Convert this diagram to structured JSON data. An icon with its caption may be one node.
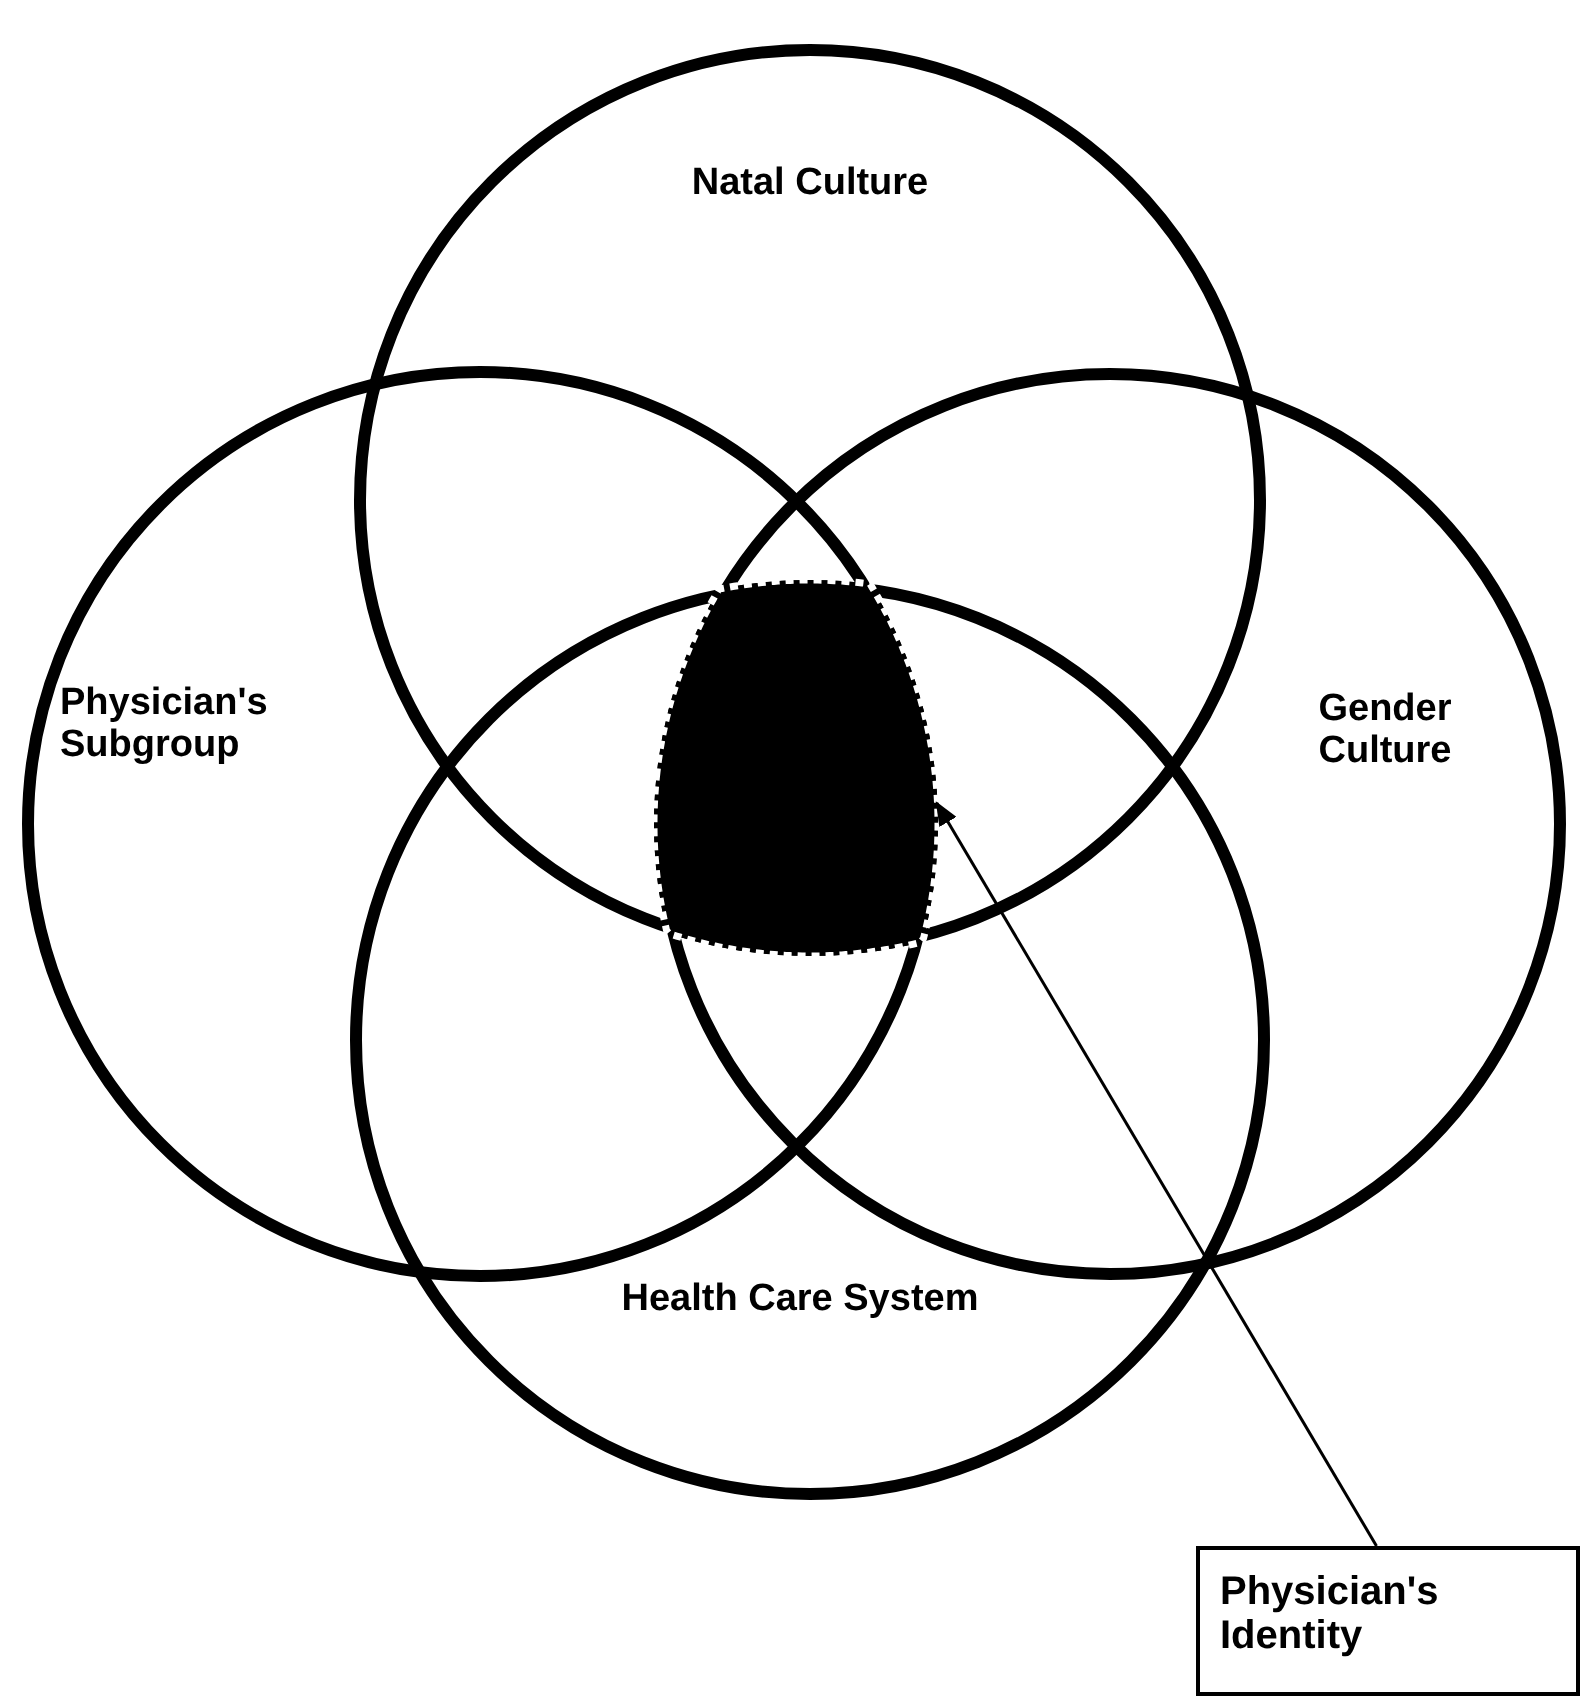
{
  "diagram": {
    "nodes": [
      {
        "text": [
          "Natal Culture"
        ]
      },
      {
        "text": [
          "Physician's Subgroup"
        ]
      },
      {
        "text": [
          "Gender Culture"
        ]
      },
      {
        "text": [
          "Health Care System"
        ]
      },
      {
        "text": [],
        "shape": "region"
      },
      {
        "text": [
          "Physician's Identity"
        ]
      }
    ],
    "edges": [
      {
        "from": 5,
        "to": 4,
        "arrow": "to"
      }
    ]
  }
}
